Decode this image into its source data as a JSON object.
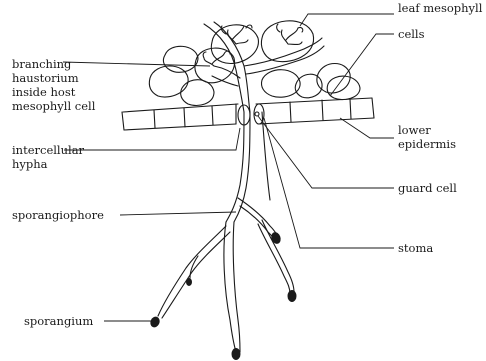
{
  "labels": {
    "branching": [
      "branching",
      "haustorium",
      "inside host",
      "mesophyll cell"
    ],
    "intercellular": [
      "intercellular",
      "hypha"
    ],
    "sporangiophore": "sporangiophore",
    "sporangium": "sporangium",
    "leaf_mesophyll": [
      "leaf mesophyll",
      "cells"
    ],
    "lower_epidermis": [
      "lower",
      "epidermis"
    ],
    "guard_cell": "guard cell",
    "stoma": "stoma"
  }
}
